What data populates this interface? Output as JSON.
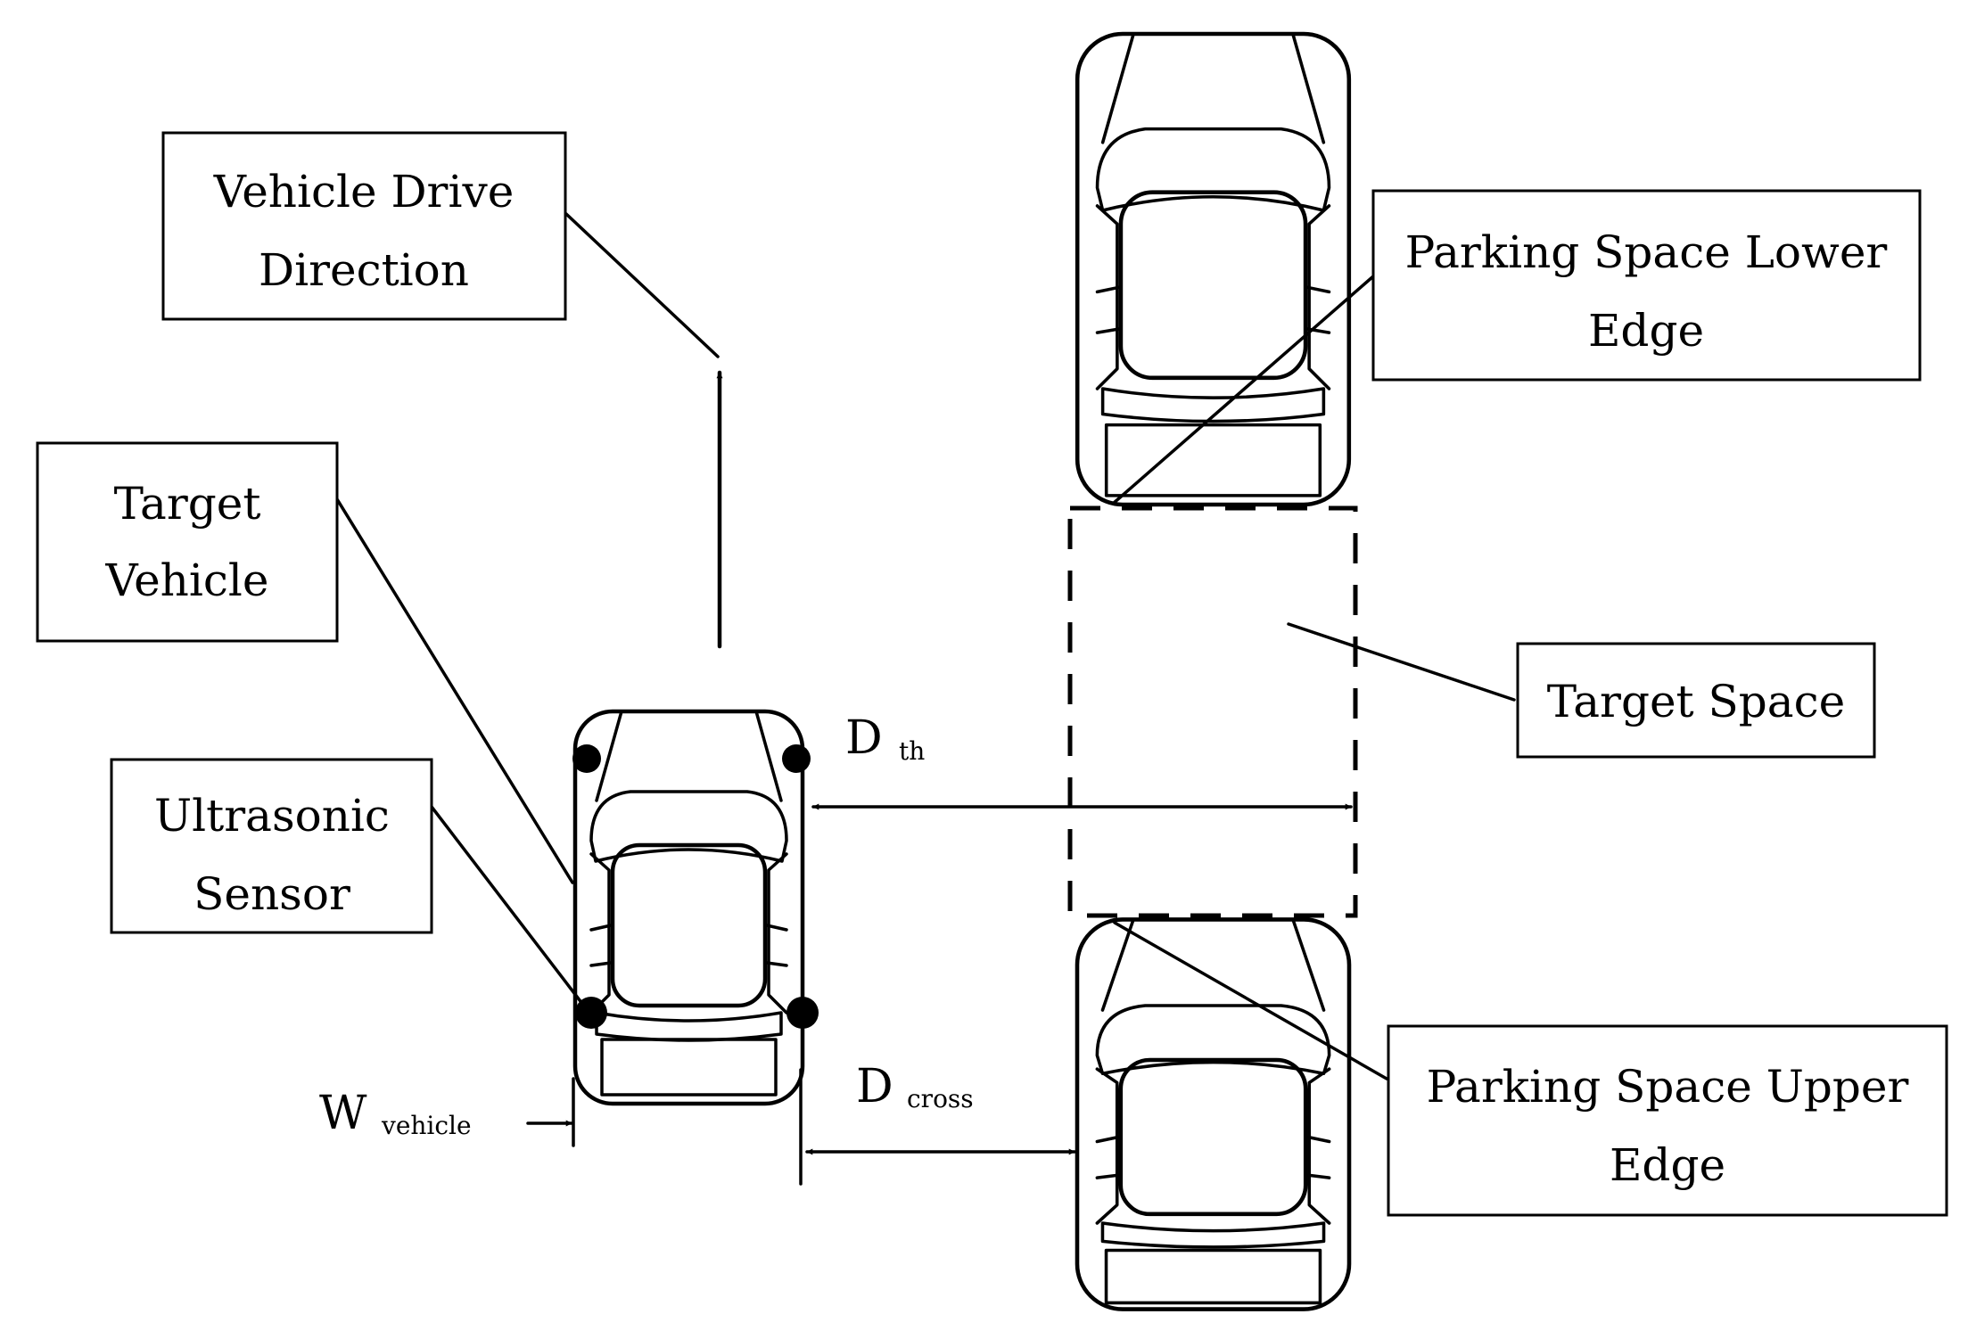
{
  "labels": {
    "drive_direction": [
      "Vehicle Drive",
      "Direction"
    ],
    "target_vehicle": [
      "Target",
      "Vehicle"
    ],
    "ultrasonic_sensor": [
      "Ultrasonic",
      "Sensor"
    ],
    "lower_edge": [
      "Parking Space Lower",
      "Edge"
    ],
    "target_space": "Target Space",
    "upper_edge": [
      "Parking Space Upper",
      "Edge"
    ]
  },
  "dimensions": {
    "d_th": {
      "main": "D",
      "sub": "th"
    },
    "d_cross": {
      "main": "D",
      "sub": "cross"
    },
    "w_vehicle": {
      "main": "W",
      "sub": "vehicle"
    }
  }
}
